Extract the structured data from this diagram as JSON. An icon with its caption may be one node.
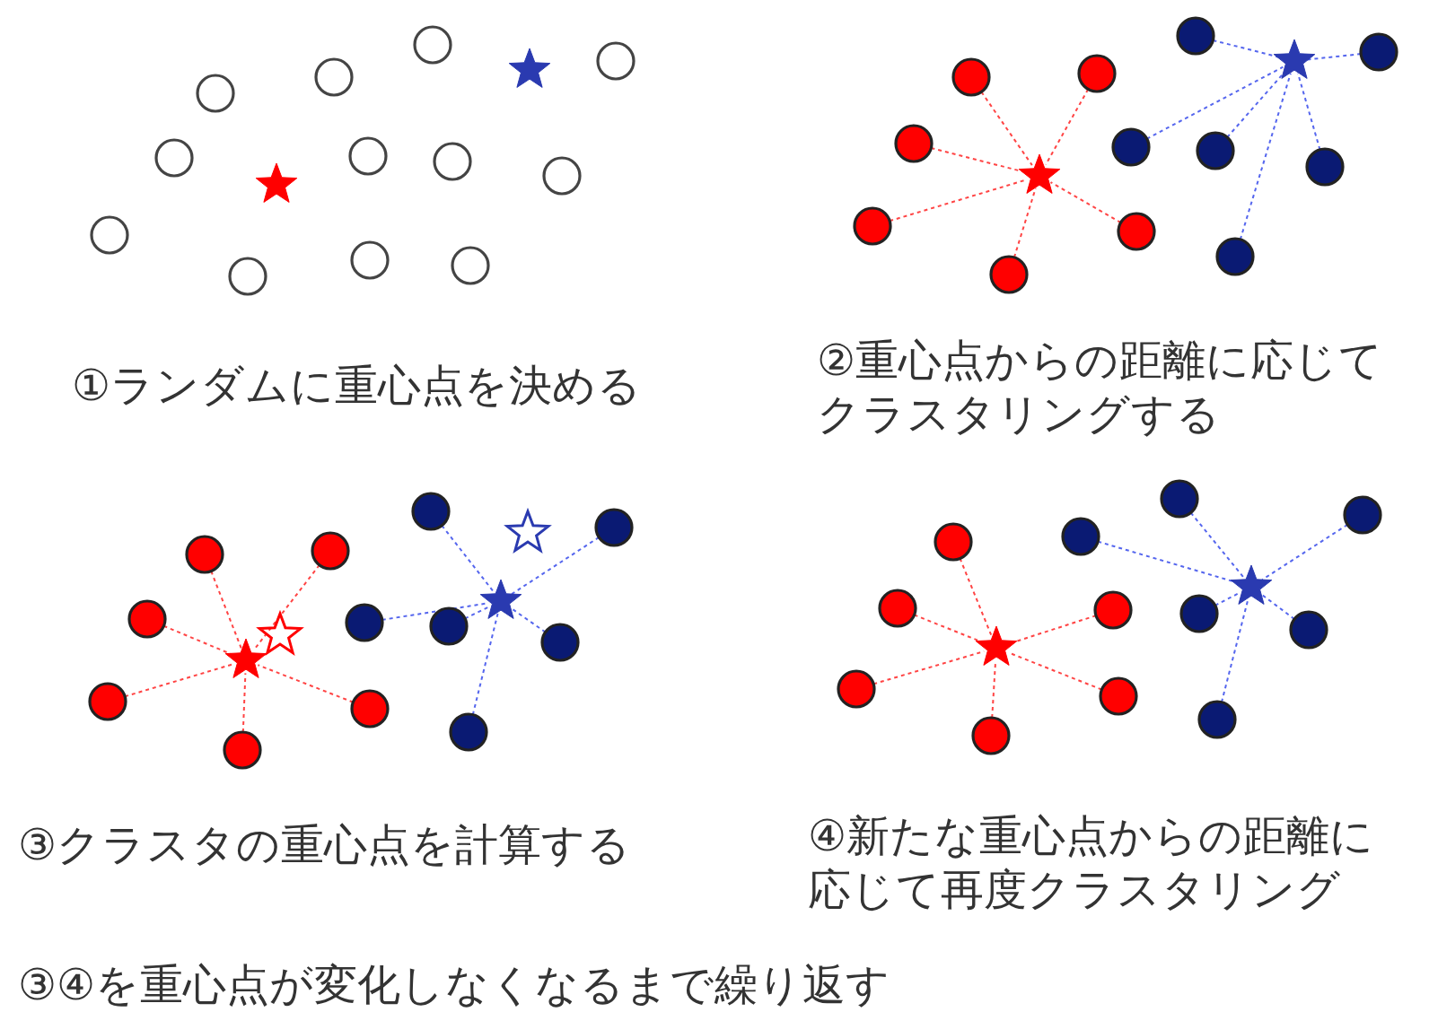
{
  "diagram": {
    "nodes": [
      {
        "text": [],
        "shape": "star"
      },
      {
        "text": [],
        "shape": "star"
      },
      {
        "text": [],
        "shape": "circle"
      },
      {
        "text": [],
        "shape": "circle"
      },
      {
        "text": [],
        "shape": "circle"
      },
      {
        "text": [],
        "shape": "circle"
      },
      {
        "text": [],
        "shape": "circle"
      },
      {
        "text": [],
        "shape": "circle"
      },
      {
        "text": [],
        "shape": "circle"
      },
      {
        "text": [],
        "shape": "circle"
      },
      {
        "text": [],
        "shape": "circle"
      },
      {
        "text": [],
        "shape": "circle"
      },
      {
        "text": [],
        "shape": "circle"
      },
      {
        "text": [],
        "shape": "circle"
      },
      {
        "text": [],
        "shape": "star"
      },
      {
        "text": [],
        "shape": "star"
      },
      {
        "text": [],
        "shape": "circle"
      },
      {
        "text": [],
        "shape": "circle"
      },
      {
        "text": [],
        "shape": "circle"
      },
      {
        "text": [],
        "shape": "circle"
      },
      {
        "text": [],
        "shape": "circle"
      },
      {
        "text": [],
        "shape": "circle"
      },
      {
        "text": [],
        "shape": "circle"
      },
      {
        "text": [],
        "shape": "circle"
      },
      {
        "text": [],
        "shape": "circle"
      },
      {
        "text": [],
        "shape": "circle"
      },
      {
        "text": [],
        "shape": "circle"
      },
      {
        "text": [],
        "shape": "circle"
      },
      {
        "text": [],
        "shape": "star"
      },
      {
        "text": [],
        "shape": "star"
      },
      {
        "text": [],
        "shape": "star"
      },
      {
        "text": [],
        "shape": "star"
      },
      {
        "text": [],
        "shape": "circle"
      },
      {
        "text": [],
        "shape": "circle"
      },
      {
        "text": [],
        "shape": "circle"
      },
      {
        "text": [],
        "shape": "circle"
      },
      {
        "text": [],
        "shape": "circle"
      },
      {
        "text": [],
        "shape": "circle"
      },
      {
        "text": [],
        "shape": "circle"
      },
      {
        "text": [],
        "shape": "circle"
      },
      {
        "text": [],
        "shape": "circle"
      },
      {
        "text": [],
        "shape": "circle"
      },
      {
        "text": [],
        "shape": "circle"
      },
      {
        "text": [],
        "shape": "circle"
      },
      {
        "text": [],
        "shape": "star"
      },
      {
        "text": [],
        "shape": "star"
      },
      {
        "text": [],
        "shape": "circle"
      },
      {
        "text": [],
        "shape": "circle"
      },
      {
        "text": [],
        "shape": "circle"
      },
      {
        "text": [],
        "shape": "circle"
      },
      {
        "text": [],
        "shape": "circle"
      },
      {
        "text": [],
        "shape": "circle"
      },
      {
        "text": [],
        "shape": "circle"
      },
      {
        "text": [],
        "shape": "circle"
      },
      {
        "text": [],
        "shape": "circle"
      },
      {
        "text": [],
        "shape": "circle"
      },
      {
        "text": [],
        "shape": "circle"
      },
      {
        "text": [],
        "shape": "circle"
      }
    ],
    "edges": [
      {
        "from": 16,
        "to": 14,
        "arrow": "none",
        "style": "dashed",
        "color": "#ff4444"
      },
      {
        "from": 17,
        "to": 14,
        "arrow": "none",
        "style": "dashed",
        "color": "#ff4444"
      },
      {
        "from": 18,
        "to": 14,
        "arrow": "none",
        "style": "dashed",
        "color": "#ff4444"
      },
      {
        "from": 19,
        "to": 14,
        "arrow": "none",
        "style": "dashed",
        "color": "#ff4444"
      },
      {
        "from": 20,
        "to": 14,
        "arrow": "none",
        "style": "dashed",
        "color": "#ff4444"
      },
      {
        "from": 21,
        "to": 14,
        "arrow": "none",
        "style": "dashed",
        "color": "#ff4444"
      },
      {
        "from": 22,
        "to": 15,
        "arrow": "none",
        "style": "dashed",
        "color": "#5566ee"
      },
      {
        "from": 23,
        "to": 15,
        "arrow": "none",
        "style": "dashed",
        "color": "#5566ee"
      },
      {
        "from": 24,
        "to": 15,
        "arrow": "none",
        "style": "dashed",
        "color": "#5566ee"
      },
      {
        "from": 25,
        "to": 15,
        "arrow": "none",
        "style": "dashed",
        "color": "#5566ee"
      },
      {
        "from": 26,
        "to": 15,
        "arrow": "none",
        "style": "dashed",
        "color": "#5566ee"
      },
      {
        "from": 27,
        "to": 15,
        "arrow": "none",
        "style": "dashed",
        "color": "#5566ee"
      },
      {
        "from": 32,
        "to": 28,
        "arrow": "none",
        "style": "dashed",
        "color": "#ff4444"
      },
      {
        "from": 33,
        "to": 28,
        "arrow": "none",
        "style": "dashed",
        "color": "#ff4444"
      },
      {
        "from": 34,
        "to": 28,
        "arrow": "none",
        "style": "dashed",
        "color": "#ff4444"
      },
      {
        "from": 35,
        "to": 28,
        "arrow": "none",
        "style": "dashed",
        "color": "#ff4444"
      },
      {
        "from": 36,
        "to": 28,
        "arrow": "none",
        "style": "dashed",
        "color": "#ff4444"
      },
      {
        "from": 37,
        "to": 28,
        "arrow": "none",
        "style": "dashed",
        "color": "#ff4444"
      },
      {
        "from": 38,
        "to": 30,
        "arrow": "none",
        "style": "dashed",
        "color": "#5566ee"
      },
      {
        "from": 39,
        "to": 30,
        "arrow": "none",
        "style": "dashed",
        "color": "#5566ee"
      },
      {
        "from": 40,
        "to": 30,
        "arrow": "none",
        "style": "dashed",
        "color": "#5566ee"
      },
      {
        "from": 41,
        "to": 30,
        "arrow": "none",
        "style": "dashed",
        "color": "#5566ee"
      },
      {
        "from": 42,
        "to": 30,
        "arrow": "none",
        "style": "dashed",
        "color": "#5566ee"
      },
      {
        "from": 43,
        "to": 30,
        "arrow": "none",
        "style": "dashed",
        "color": "#5566ee"
      },
      {
        "from": 46,
        "to": 44,
        "arrow": "none",
        "style": "dashed",
        "color": "#ff4444"
      },
      {
        "from": 47,
        "to": 44,
        "arrow": "none",
        "style": "dashed",
        "color": "#ff4444"
      },
      {
        "from": 48,
        "to": 44,
        "arrow": "none",
        "style": "dashed",
        "color": "#ff4444"
      },
      {
        "from": 49,
        "to": 44,
        "arrow": "none",
        "style": "dashed",
        "color": "#ff4444"
      },
      {
        "from": 50,
        "to": 44,
        "arrow": "none",
        "style": "dashed",
        "color": "#ff4444"
      },
      {
        "from": 51,
        "to": 44,
        "arrow": "none",
        "style": "dashed",
        "color": "#ff4444"
      },
      {
        "from": 52,
        "to": 45,
        "arrow": "none",
        "style": "dashed",
        "color": "#5566ee"
      },
      {
        "from": 53,
        "to": 45,
        "arrow": "none",
        "style": "dashed",
        "color": "#5566ee"
      },
      {
        "from": 54,
        "to": 45,
        "arrow": "none",
        "style": "dashed",
        "color": "#5566ee"
      },
      {
        "from": 55,
        "to": 45,
        "arrow": "none",
        "style": "dashed",
        "color": "#5566ee"
      },
      {
        "from": 56,
        "to": 45,
        "arrow": "none",
        "style": "dashed",
        "color": "#5566ee"
      },
      {
        "from": 57,
        "to": 45,
        "arrow": "none",
        "style": "dashed",
        "color": "#5566ee"
      }
    ],
    "labels": [
      "①ランダムに重心点を決める",
      "②重心点からの距離に応じてクラスタリングする",
      "③クラスタの重心点を計算する",
      "④新たな重心点からの距離に応じて再度クラスタリング",
      "③④を重心点が変化しなくなるまで繰り返す"
    ]
  }
}
